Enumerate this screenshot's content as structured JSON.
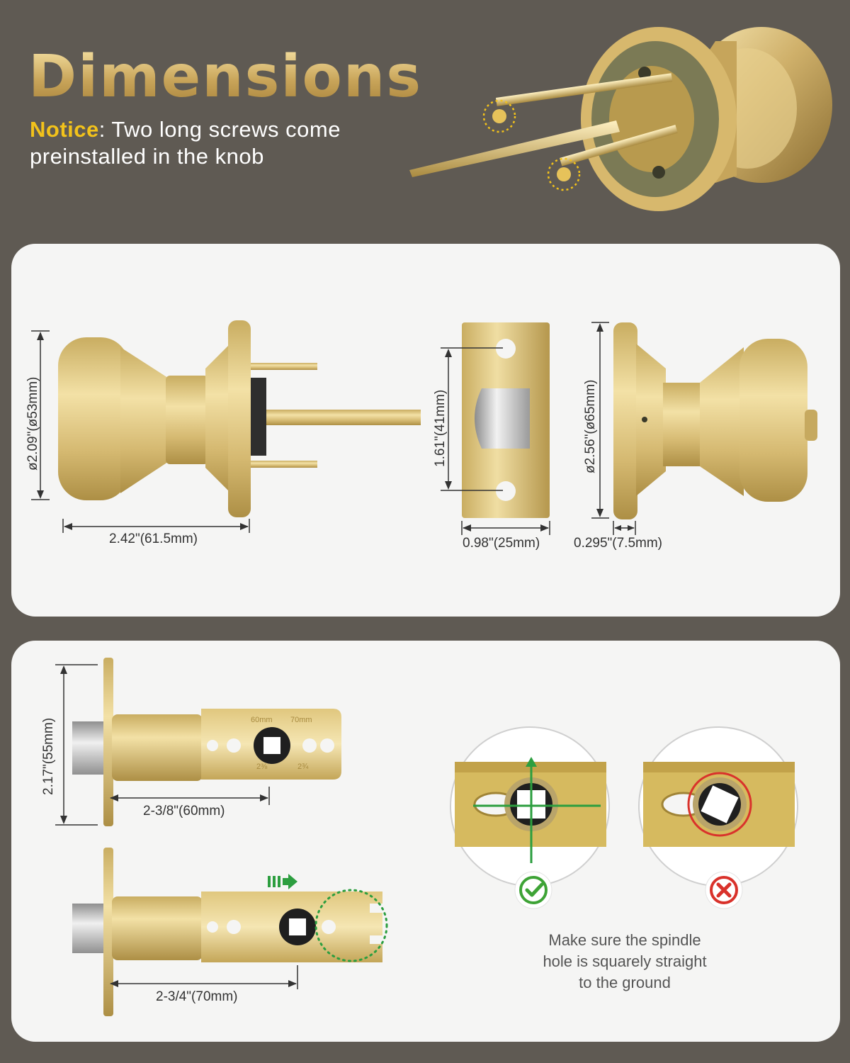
{
  "header": {
    "title": "Dimensions",
    "notice_label": "Notice",
    "notice_line1": ": Two long screws come",
    "notice_line2": "preinstalled in the knob"
  },
  "dimensions": {
    "knob_diameter": "ø2.09\"(ø53mm)",
    "knob_length": "2.42\"(61.5mm)",
    "strike_hole_spacing": "1.61\"(41mm)",
    "strike_width": "0.98\"(25mm)",
    "rose_diameter": "ø2.56\"(ø65mm)",
    "rose_thickness": "0.295\"(7.5mm)",
    "latch_faceplate_height": "2.17\"(55mm)",
    "backset_short": "2-3/8\"(60mm)",
    "backset_long": "2-3/4\"(70mm)"
  },
  "latch_marks": {
    "mm60": "60mm",
    "mm70": "70mm",
    "in238": "2⅜",
    "in234": "2¾"
  },
  "spindle_note": {
    "line1": "Make sure the spindle",
    "line2": "hole is squarely straight",
    "line3": "to the ground"
  },
  "colors": {
    "background": "#5f5a53",
    "panel": "#f5f5f4",
    "gold": "#d9bf73",
    "notice_yellow": "#f2c21b",
    "check_green": "#3ea336",
    "cross_red": "#d9322b"
  }
}
